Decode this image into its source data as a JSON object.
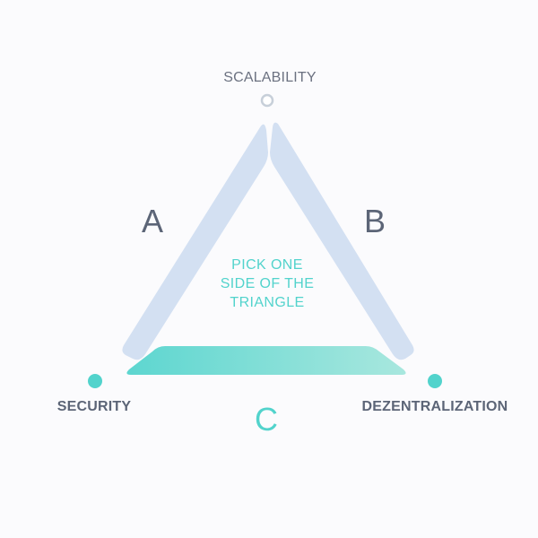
{
  "vertices": {
    "top": {
      "label": "SCALABILITY"
    },
    "left": {
      "label": "SECURITY"
    },
    "right": {
      "label": "DEZENTRALIZATION"
    }
  },
  "sides": {
    "left": {
      "letter": "A"
    },
    "right": {
      "letter": "B"
    },
    "bottom": {
      "letter": "C"
    }
  },
  "center_text": [
    "PICK ONE",
    "SIDE OF THE",
    "TRIANGLE"
  ],
  "colors": {
    "background": "#fbfbfd",
    "side_inactive": "#d3e0f2",
    "side_active_start": "#5dd6d0",
    "side_active_end": "#a4e6dc",
    "accent": "#52d3cc",
    "label_dark": "#5c6577",
    "label_gray": "#6b7180",
    "vertex_hollow": "#c7cfd9"
  }
}
